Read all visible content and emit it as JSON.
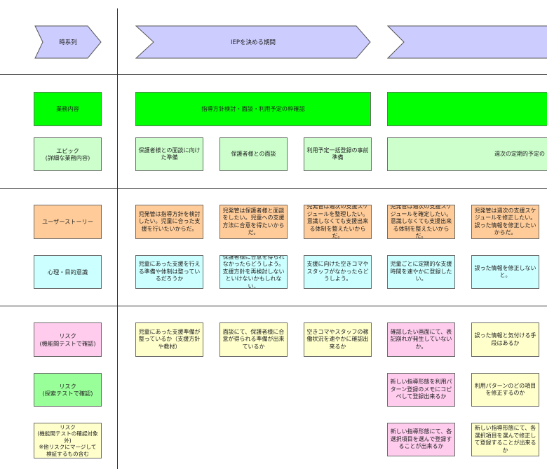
{
  "phases": {
    "header_label": "時系列",
    "iep_label": "IEPを決める期間",
    "next_label": ""
  },
  "rows": {
    "business": "業務内容",
    "epic": "エピック\n(詳細な業務内容)",
    "user_story": "ユーザーストーリー",
    "psychology": "心理・目的意識",
    "risk_functional": "リスク\n(機能間テストで確認)",
    "risk_exploratory": "リスク\n(探索テストで確認)",
    "risk_other": "リスク\n(機能間テストの確認対象外)\n※他リスクにマージして検証するもの含む"
  },
  "business": {
    "b1": "指導方針検討・面談・利用予定の枠確認",
    "b2": ""
  },
  "epics": {
    "e1": "保護者様との面談に向けた準備",
    "e2": "保護者様との面談",
    "e3": "利用予定一括登録の事前準備",
    "e4": "週次の定期的予定の"
  },
  "stories": {
    "s1": "児発管は指導方針を検討したい。児童に合った支援を行いたいからだ。",
    "s2": "児発管は保護者様と面談をしたい。児童への支援方法に合意を得たいからだ。",
    "s3": "児発管は週次の支援スケジュールを整理したい。意識しなくても支援出来る体制を整えたいからだ。",
    "s4": "児発管は週次の支援スケジュールを確定したい。意識しなくても支援出来る体制を整えたいからだ。",
    "s5": "児発管は週次の支援スケジュールを修正したい。誤った情報を修正したいからだ。"
  },
  "psych": {
    "p1": "児童にあった支援を行える準備や体制は整っているだろうか",
    "p2": "保護者様に合意を得られなかったらどうしよう。支援方針を再検討しないといけないかもしれない。",
    "p3": "支援に向けた空きコマやスタッフがなかったらどうしよう。",
    "p4": "児童ごとに定期的な支援時間を速やかに登録したい。",
    "p5": "誤った情報を修正しないと。"
  },
  "risks_functional": {
    "r1": "児童にあった支援準備が整っているか（支援方針や教材）",
    "r2": "面談にて、保護者様に合意が得られる準備が出来ているか",
    "r3": "空きコマやスタッフの稼働状況を速やかに確認出来るか",
    "r4": "確認したい画面にて、表記崩れが発生していないか。",
    "r5": "誤った情報と気付ける手段はあるか"
  },
  "risks_exploratory": {
    "x1": "新しい指導形態を利用パターン登録のメモにコピペして登録出来るか",
    "x2": "利用パターンのどの項目を修正するのか"
  },
  "risks_other": {
    "o1": "新しい指導形態にて、各選択項目を選んで登録することが出来るか",
    "o2": "新しい指導形態にて、各選択項目を選んで修正して登録することが出来るか"
  },
  "colors": {
    "phase_arrow": "#ccccff",
    "business": "#00ff00",
    "epic": "#ccffcc",
    "story": "#ffcc99",
    "psych": "#ccffff",
    "risk_functional": "#ffccee",
    "risk_exploratory": "#99ff99",
    "risk_other": "#ffffcc"
  }
}
